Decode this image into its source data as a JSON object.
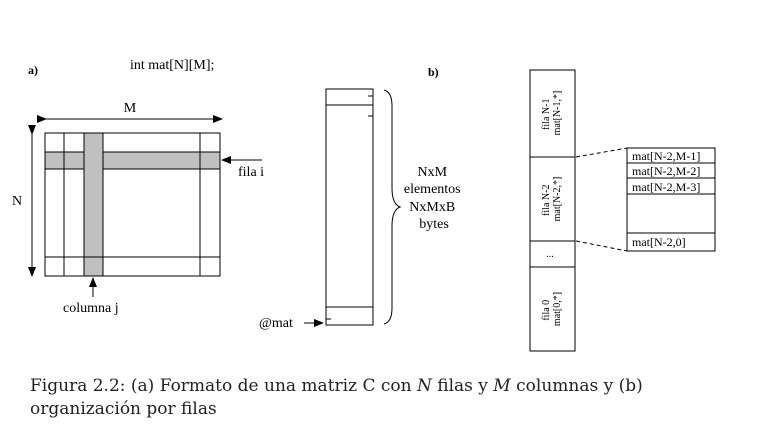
{
  "panel_a": {
    "label": "a)",
    "declaration": "int mat[N][M];",
    "width_label": "M",
    "height_label": "N",
    "row_label": "fila i",
    "column_label": "columna j",
    "highlight_color": "#c0c0c0"
  },
  "memory": {
    "size_labels": [
      "NxM",
      "elementos",
      "NxMxB",
      "bytes"
    ],
    "address_label": "@mat"
  },
  "panel_b": {
    "label": "b)",
    "rows": [
      {
        "line1": "fila N-1",
        "line2": "mat[N-1,*]"
      },
      {
        "line1": "fila N-2",
        "line2": "mat[N-2,*]"
      },
      {
        "dots": "..."
      },
      {
        "line1": "fila 0",
        "line2": "mat[0,*]"
      }
    ],
    "detail_cells": [
      "mat[N-2,M-1]",
      "mat[N-2,M-2]",
      "mat[N-2,M-3]",
      "mat[N-2,0]"
    ]
  },
  "caption": {
    "prefix": "Figura 2.2: (a) Formato de una matriz C con ",
    "n": "N",
    "mid1": " filas y ",
    "m": "M",
    "mid2": " columnas y (b) organización por filas"
  }
}
